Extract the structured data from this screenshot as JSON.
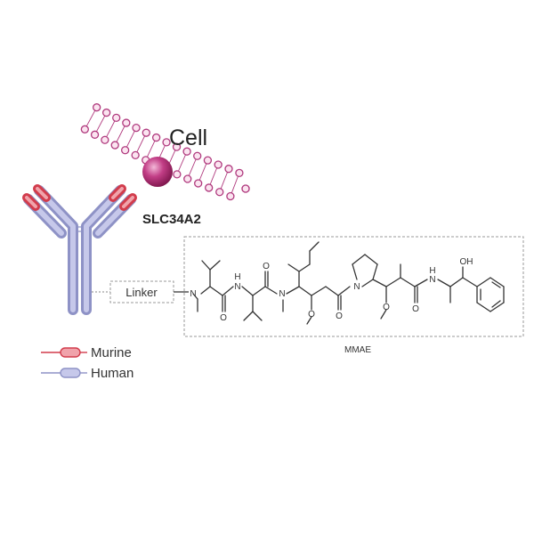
{
  "diagram": {
    "cell_label": "Cell",
    "target_label": "SLC34A2",
    "linker_label": "Linker",
    "payload_label": "MMAE",
    "atom_labels": {
      "n1": "N",
      "nh1": "N",
      "nh1_h": "H",
      "n2": "N",
      "o_methoxy1": "O",
      "n_pyrrolidine": "N",
      "o_methoxy2": "O",
      "nh2": "N",
      "nh2_h": "H",
      "oh": "OH",
      "o_c1": "O",
      "o_c2": "O",
      "o_c3": "O",
      "o_c4": "O"
    }
  },
  "legend": {
    "items": [
      {
        "label": "Murine",
        "color": "#e04a55"
      },
      {
        "label": "Human",
        "color": "#a7abd6"
      }
    ]
  },
  "colors": {
    "antibody_fill": "#b6b9e0",
    "antibody_stroke": "#8e92c6",
    "murine_fill": "#e57b86",
    "murine_stroke": "#d23c4c",
    "membrane": "#b03a7e",
    "receptor": "#a3236a",
    "bond": "#333333"
  }
}
